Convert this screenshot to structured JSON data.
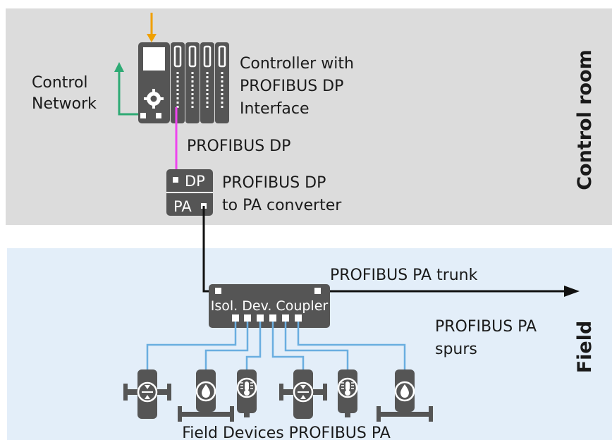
{
  "zones": {
    "control_room": {
      "label": "Control room",
      "color": "#dcdcdc"
    },
    "field": {
      "label": "Field",
      "color": "#e3eef9"
    }
  },
  "controller": {
    "label_line1": "Controller with",
    "label_line2": "PROFIBUS DP",
    "label_line3": "Interface"
  },
  "control_network": {
    "label_line1": "Control",
    "label_line2": "Network"
  },
  "profibus_dp_link": {
    "label": "PROFIBUS DP"
  },
  "converter": {
    "top_port": "DP",
    "bottom_port": "PA",
    "label_line1": "PROFIBUS DP",
    "label_line2": "to PA converter"
  },
  "trunk": {
    "label": "PROFIBUS PA trunk"
  },
  "coupler": {
    "label": "Isol. Dev. Coupler"
  },
  "spurs": {
    "label_line1": "PROFIBUS PA",
    "label_line2": "spurs"
  },
  "field_devices": {
    "label": "Field Devices PROFIBUS PA",
    "devices": [
      {
        "type": "flow-meter"
      },
      {
        "type": "level-sensor"
      },
      {
        "type": "temperature-sensor"
      },
      {
        "type": "flow-meter"
      },
      {
        "type": "temperature-sensor"
      },
      {
        "type": "level-sensor"
      }
    ]
  },
  "colors": {
    "device_dark": "#555555",
    "dp_cable": "#ee44ee",
    "pa_cable": "#111111",
    "spur_cable": "#6aaee0",
    "network_arrow": "#2eaa74",
    "power_arrow": "#f0a000"
  }
}
